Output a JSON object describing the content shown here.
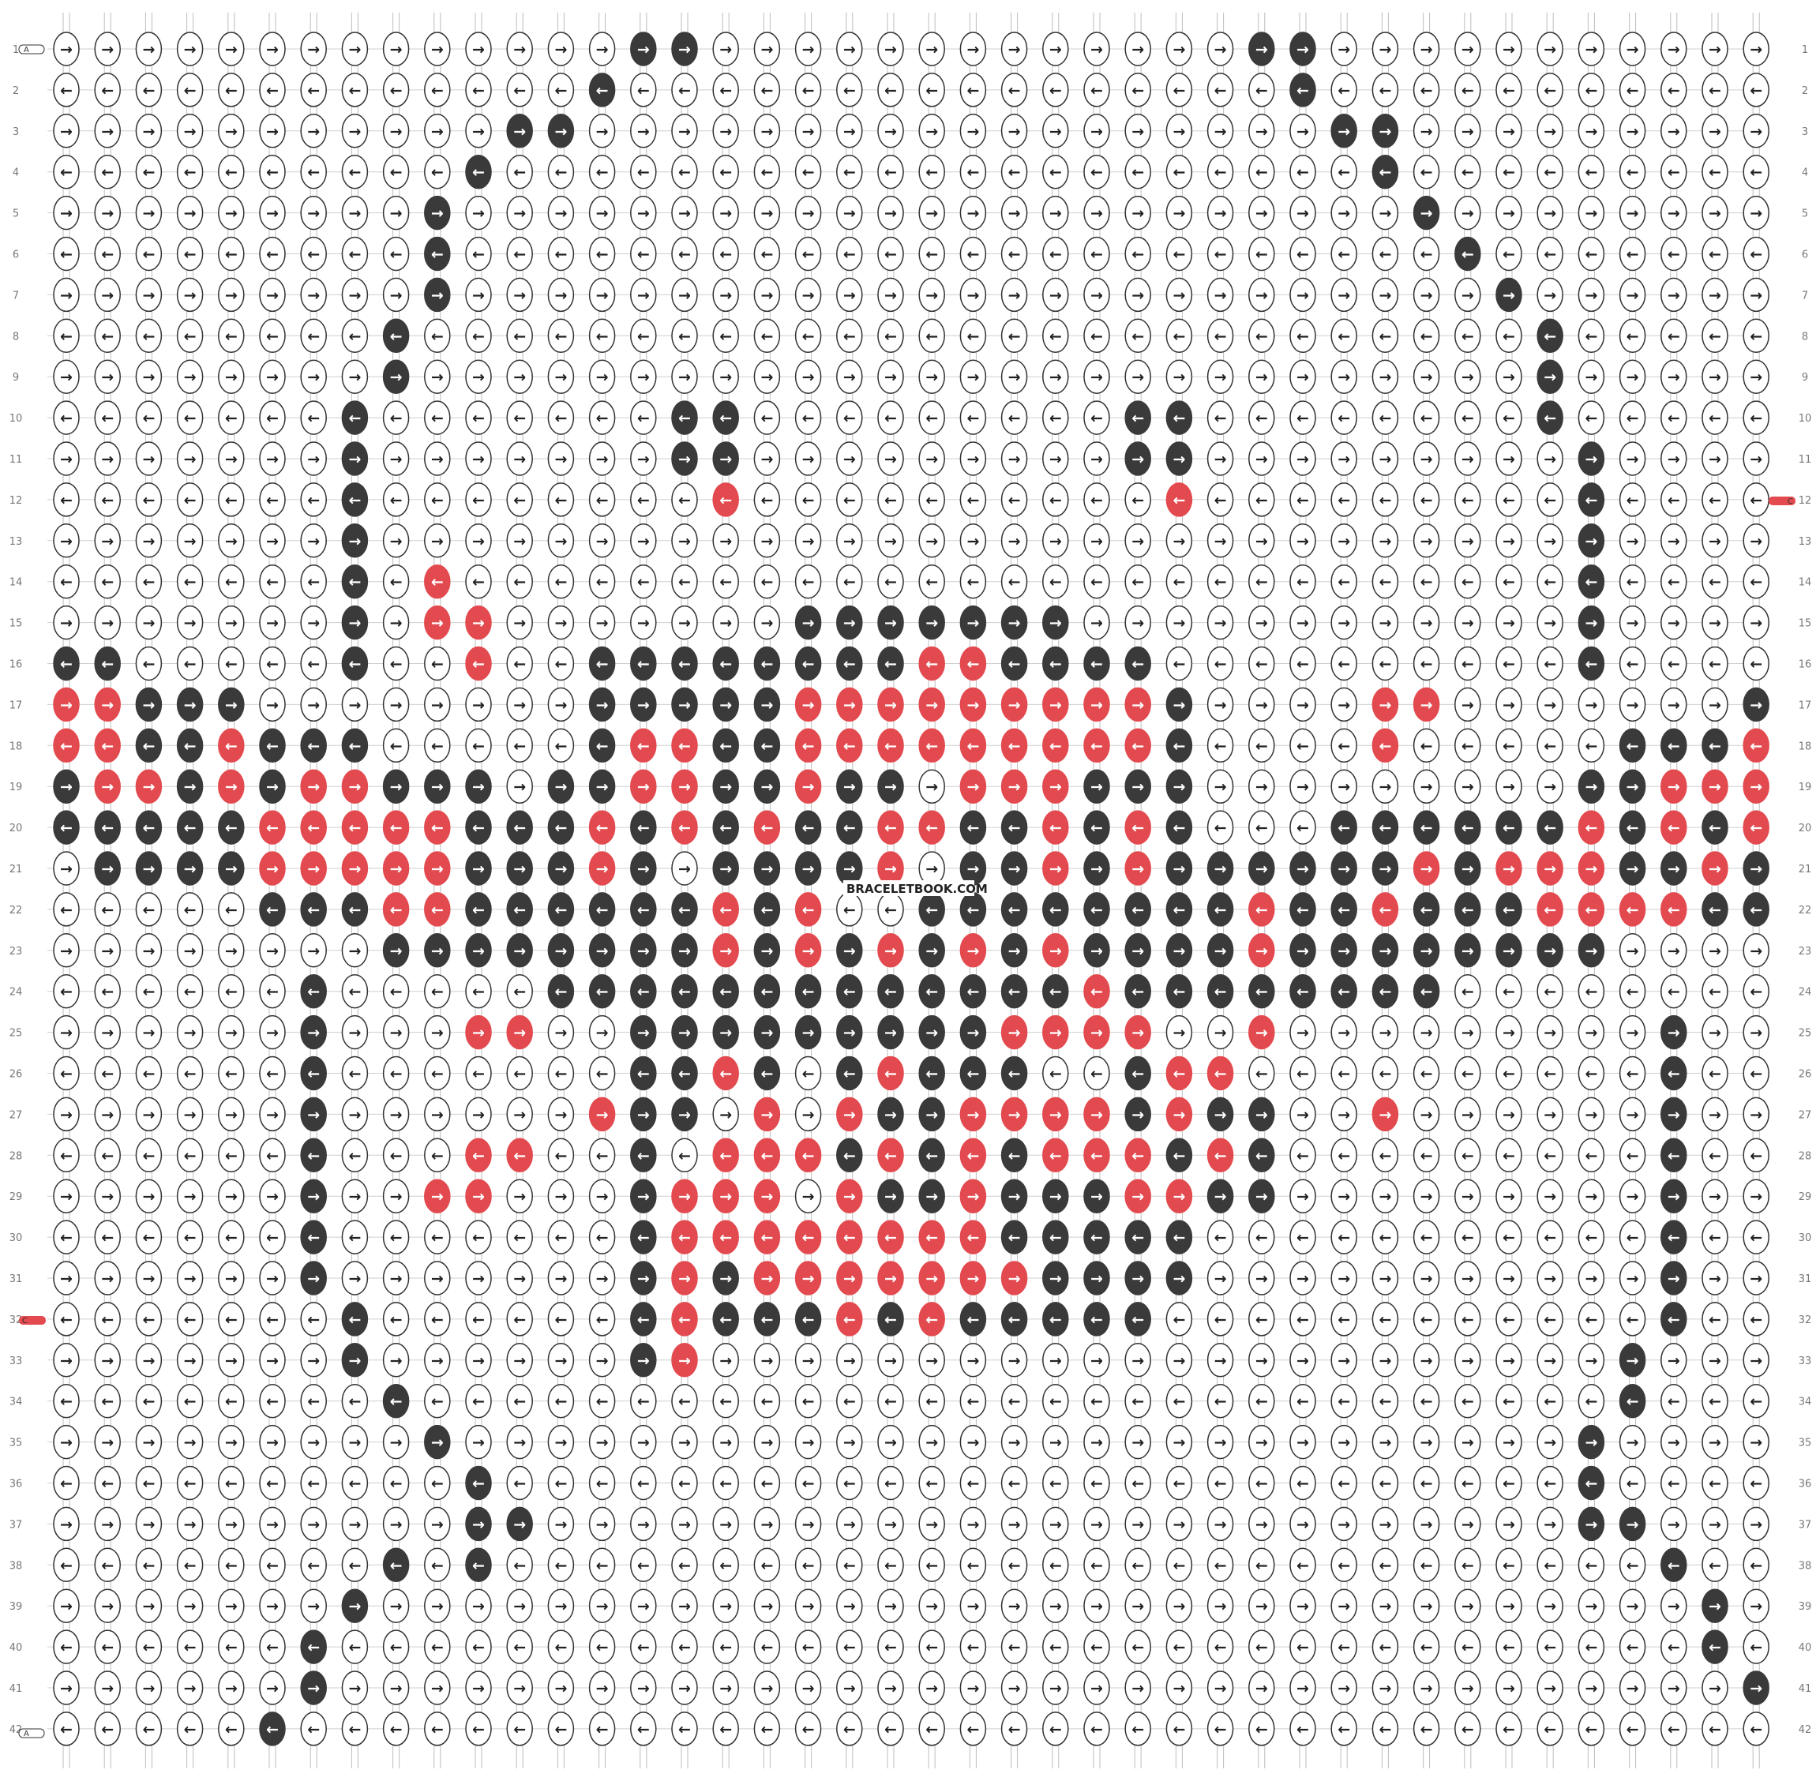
{
  "watermark": "BRACELETBOOK.COM",
  "colors": {
    "A": "#ffffff",
    "B": "#3a3a3a",
    "C": "#e34a4f"
  },
  "strand_labels": {
    "top_left": "A",
    "bottom_left": "A",
    "right_row12": "C",
    "left_row32": "C"
  },
  "pattern": {
    "rows": 42,
    "columns": 42,
    "row_numbers": [
      1,
      2,
      3,
      4,
      5,
      6,
      7,
      8,
      9,
      10,
      11,
      12,
      13,
      14,
      15,
      16,
      17,
      18,
      19,
      20,
      21,
      22,
      23,
      24,
      25,
      26,
      27,
      28,
      29,
      30,
      31,
      32,
      33,
      34,
      35,
      36,
      37,
      38,
      39,
      40,
      41,
      42
    ],
    "odd_row_arrow": "→",
    "even_row_arrow": "←",
    "grid": [
      "AAAAAAAAAAAAAABBAAAAAAAAAAAAABBAAAAAAAAAAA",
      "AAAAAAAAAAAAABAAAAAAAAAAAAAAAABAAAAAAAAAAA",
      "AAAAAAAAAAABBAAAAAAAAAAAAAAAAAABBAAAAAAAAA",
      "AAAAAAAAAABAAAAAAAAAAAAAAAAAAAAABAAAAAAAAA",
      "AAAAAAAAABAAAAAAAAAAAAAAAAAAAAAAABAAAAAAAA",
      "AAAAAAAAABAAAAAAAAAAAAAAAAAAAAAAAABAAAAAAA",
      "AAAAAAAAABAAAAAAAAAAAAAAAAAAAAAAAAABAAAAAA",
      "AAAAAAAABAAAAAAAAAAAAAAAAAAAAAAAAAAABAAAAA",
      "AAAAAAAABAAAAAAAAAAAAAAAAAAAAAAAAAAABAAAAA",
      "AAAAAAABAAAAAAABBAAAAAAAAABBAAAAAAAABAAAAA",
      "AAAAAAABAAAAAAABBAAAAAAAAABBAAAAAAAAABAAAA",
      "AAAAAAABAAAAAAAACAAAAAAAAAACAAAAAAAAABAAAA",
      "AAAAAAABAAAAAAAAAAAAAAAAAAAAAAAAAAAAABAAAA",
      "AAAAAAABACAAAAAAAAAAAAAAAAAAAAAAAAAAABAAAA",
      "AAAAAAABACCAAAAAAABBBBBBBAAAAAAAAAAAABAAAA",
      "BBAAAAABAACAABBBBBBBBCCBBBBAAAAAAAAAABAAAA",
      "CCBBBAAAAAAAABBBBBCCCCCCCCCBAAAACCAAAAAAAB",
      "CCBBCBBBAAAAABCCBBCCCCCCCCCBAAAACAAAAABBBC",
      "BCCBCBCCBBBABBCCBBCBBACCCBBBAAAAAAAAABBCCC",
      "BBBBBCCCCCBBBCBCBCBBCCBBCBCBAAABBBBBBCBCBC",
      "ABBBBCCCCCBBBCBABBBBCABBCBCBBBBBBCBCCCBBCB",
      "AAAAABBBCCBBBBBBCBCAABBBBBBBBCBBCBBBCCCCBB",
      "AAAAAAAABBBBBBBBCBCBCBCBCBBBBCBBBBBBBBAAAA",
      "AAAAAABAAAAABBBBBBBBBBBBBCBBBBBBBBAAAAAAAA",
      "AAAAAABAAACCAABBBBBBBBBCCCCAACAAAAAAAAABAA",
      "AAAAAABAAAAAAABBCBABCBBBAABCCAAAAAAAAAABAA",
      "AAAAAABAAAAAACBBACACBBCCCCBCBBAACAAAAAABAA",
      "AAAAAABAAACCAABACCCBCBCBCCCBCBAAAAAAAAABAA",
      "AAAAAABAACCAAABCCCACBBCBBBCCBBAAAAAAAAABAA",
      "AAAAAABAAAAAAABCCCCCCCCBBBBBAAAAAAAAAAABAA",
      "AAAAAABAAAAAAABCBCCCCCCCBBBBAAAAAAAAAAABAA",
      "AAAAAAABAAAAAABCBBBCBCBBBBBAAAAAAAAAAAABAA",
      "AAAAAAABAAAAAABCAAAAAAAAAAAAAAAAAAAAAABAAA",
      "AAAAAAAABAAAAAAAAAAAAAAAAAAAAAAAAAAAAABAAA",
      "AAAAAAAAABAAAAAAAAAAAAAAAAAAAAAAAAAAABAAAA",
      "AAAAAAAAAABAAAAAAAAAAAAAAAAAAAAAAAAAABAAAA",
      "AAAAAAAAAABBAAAAAAAAAAAAAAAAAAAAAAAAABBAAA",
      "AAAAAAAABABAAAAAAAAAAAAAAAAAAAAAAAAAAAABAA",
      "AAAAAAABAAAAAAAAAAAAAAAAAAAAAAAAAAAAAAAABA",
      "AAAAAABAAAAAAAAAAAAAAAAAAAAAAAAAAAAAAAAABA",
      "AAAAAABAAAAAAAAAAAAAAAAAAAAAAAAAAAAAAAAAAB",
      "AAAAABAAAAAAAAAAAAAAAAAAAAAAAAAAAAAAAAAAAA"
    ]
  }
}
